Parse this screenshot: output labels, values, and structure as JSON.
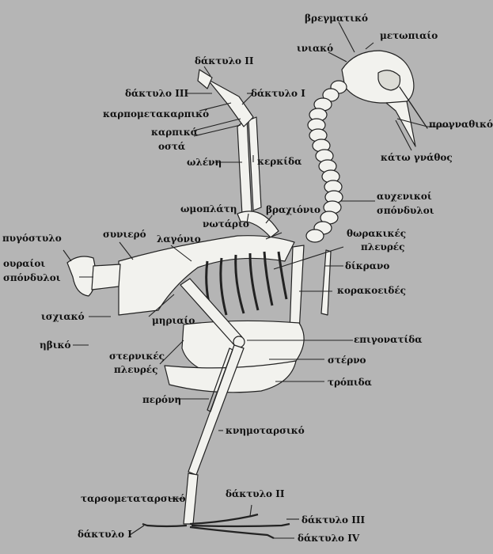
{
  "colors": {
    "background": "#b5b5b5",
    "bone": "#f2f2ee",
    "outline": "#222222",
    "text": "#111111"
  },
  "labels": {
    "bregmatiko": "βρεγματικό",
    "metopiaio": "μετωπιαίο",
    "iniako": "ινιακό",
    "daktylo_ii_wing": "δάκτυλο ΙΙ",
    "daktylo_iii_wing": "δάκτυλο ΙΙΙ",
    "daktylo_i_wing": "δάκτυλο Ι",
    "karpometakarpiko": "καρπομετακαρπικό",
    "karpika_line1": "καρπικά",
    "karpika_line2": "οστά",
    "prognathiko": "προγναθικό",
    "kato_gnathos": "κάτω γνάθος",
    "oleni": "ωλένη",
    "kerkida": "κερκίδα",
    "auxenikoi_line1": "αυχενικοί",
    "auxenikoi_line2": "σπόνδυλοι",
    "omoplati": "ωμοπλάτη",
    "brachionio": "βραχιόνιο",
    "notario": "νωτάριο",
    "thorakikes_line1": "θωρακικές",
    "thorakikes_line2": "πλευρές",
    "pygostylo": "πυγόστυλο",
    "synierro": "συνιερό",
    "lagonio": "λαγόνιο",
    "dikrano": "δίκρανο",
    "ouraioi_line1": "ουραίοι",
    "ouraioi_line2": "σπόνδυλοι",
    "korakoeides": "κορακοειδές",
    "ischiako": "ισχιακό",
    "miriaio": "μηριαίο",
    "ibiko": "ηβικό",
    "epigonatida": "επιγονατίδα",
    "sternikes_line1": "στερνικές",
    "sternikes_line2": "πλευρές",
    "sterno": "στέρνο",
    "tropida": "τρόπιδα",
    "peroni": "περόνη",
    "knimotarsiko": "κνημοταρσικό",
    "tarsometatarsiko": "ταρσομετατarsικό",
    "daktylo_ii_foot": "δάκτυλο ΙΙ",
    "daktylo_iii_foot": "δάκτυλο ΙΙΙ",
    "daktylo_i_foot": "δάκτυλο Ι",
    "daktylo_iv_foot": "δάκτυλο ΙV"
  }
}
